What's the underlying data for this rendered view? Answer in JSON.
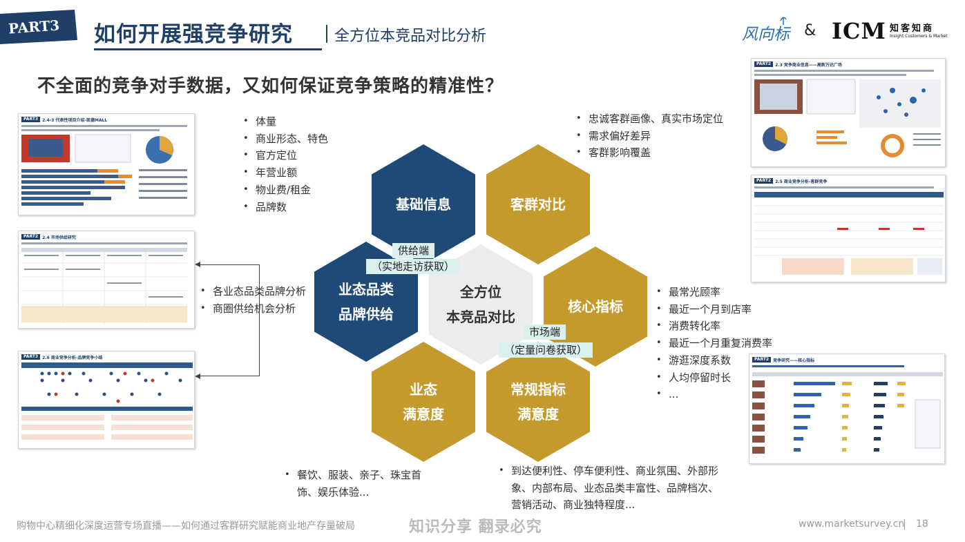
{
  "header": {
    "part_badge": "PART3",
    "title": "如何开展强竞争研究",
    "subtitle": "全方位本竞品对比分析",
    "logo_left": "风向标",
    "amp": "&",
    "logo_icm": "ICM",
    "logo_icm_cn": "知客知商",
    "logo_icm_en": "Insight Customers & Market"
  },
  "question": "不全面的竞争对手数据，又如何保证竞争策略的精准性？",
  "hexagons": {
    "basic_info": "基础信息",
    "customer_compare": "客群对比",
    "format_brand_supply": "业态品类\n品牌供给",
    "center": "全方位\n本竞品对比",
    "core_metrics": "核心指标",
    "format_satisfaction": "业态\n满意度",
    "regular_satisfaction": "常规指标\n满意度"
  },
  "supply_side": {
    "label": "供给端",
    "method": "（实地走访获取）"
  },
  "market_side": {
    "label": "市场端",
    "method": "（定量问卷获取）"
  },
  "lists": {
    "basic_info": [
      "体量",
      "商业形态、特色",
      "官方定位",
      "年营业额",
      "物业费/租金",
      "品牌数"
    ],
    "customer": [
      "忠诚客群画像、真实市场定位",
      "需求偏好差异",
      "客群影响覆盖"
    ],
    "supply": [
      "各业态品类品牌分析",
      "商圈供给机会分析"
    ],
    "core_metrics": [
      "最常光顾率",
      "最近一个月到店率",
      "消费转化率",
      "最近一个月重复消费率",
      "游逛深度系数",
      "人均停留时长",
      "..."
    ],
    "format_satisfaction": [
      "餐饮、服装、亲子、珠宝首饰、娱乐体验..."
    ],
    "regular_satisfaction": [
      "到达便利性、停车便利性、商业氛围、外部形象、内部布局、业态品类丰富性、品牌档次、营销活动、商业独特程度..."
    ]
  },
  "thumbnails": {
    "t1": {
      "tag": "PART3",
      "title": "2.4-3 代表性项目介绍-凯德MALL"
    },
    "t2": {
      "tag": "PART2",
      "title": "2.4 市场供给研究"
    },
    "t3": {
      "tag": "PART3",
      "title": "2.6 商业竞争分析-品牌竞争小结"
    },
    "t4": {
      "tag": "PART2",
      "title": "2.3 竞争商业信息——高新万达广场"
    },
    "t5": {
      "tag": "PART2",
      "title": "2.5 商业竞争分析-客群竞争"
    },
    "t6": {
      "tag": "PART2",
      "title": "竞争研究——核心指标"
    }
  },
  "footer": {
    "left": "购物中心精细化深度运营专场直播——如何通过客群研究赋能商业地产存量破局",
    "middle": "知识分享 翻录必究",
    "url": "www.marketsurvey.cn",
    "page": "18"
  },
  "colors": {
    "navy": "#1f4a78",
    "gold": "#c49a2c",
    "light_grey": "#ececec",
    "teal_pill": "#d9f0ee"
  }
}
